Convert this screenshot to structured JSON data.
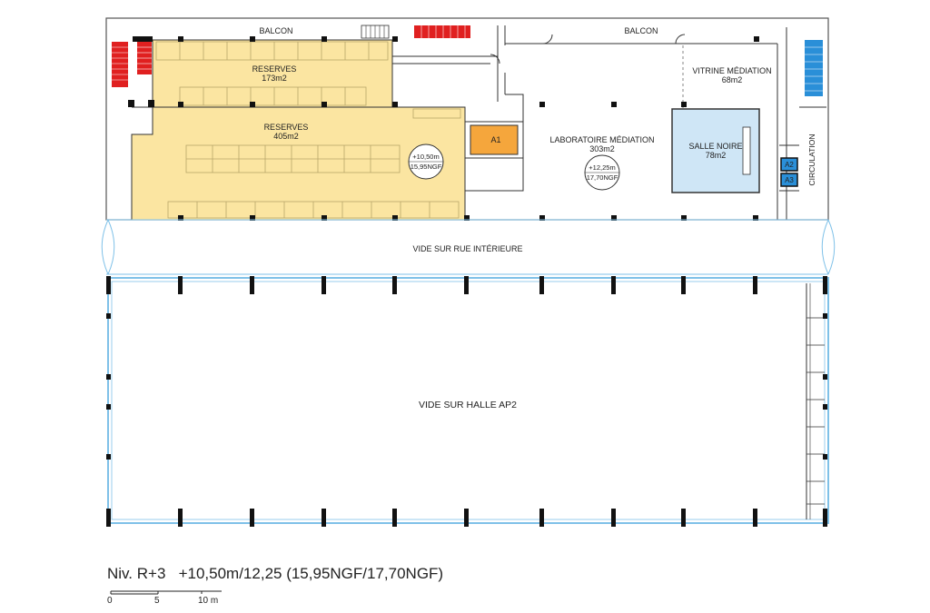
{
  "title": "Niv. R+3",
  "levels": "+10,50m/12,25 (15,95NGF/17,70NGF)",
  "scale": {
    "zero": "0",
    "mid": "5",
    "end": "10 m"
  },
  "colors": {
    "reserves": "#fbe5a1",
    "salle_noire": "#cfe6f6",
    "elevator_a1": "#f5a63c",
    "lift_blue": "#2a8fd8",
    "stair_red": "#e02020",
    "stair_blue": "#2a8fd8",
    "glazing": "#7fc1e8",
    "wall": "#111111"
  },
  "rooms": {
    "balcon_left": "BALCON",
    "balcon_right": "BALCON",
    "reserves_small_name": "RESERVES",
    "reserves_small_area": "173m2",
    "reserves_large_name": "RESERVES",
    "reserves_large_area": "405m2",
    "lab_name": "LABORATOIRE MÉDIATION",
    "lab_area": "303m2",
    "vitrine_name": "VITRINE MÉDIATION",
    "vitrine_area": "68m2",
    "salle_noire_name": "SALLE NOIRE",
    "salle_noire_area": "78m2",
    "circulation": "CIRCULATION",
    "vide_rue": "VIDE SUR RUE INTÉRIEURE",
    "vide_halle": "VIDE SUR HALLE AP2"
  },
  "elevators": {
    "a1": "A1",
    "a2": "A2",
    "a3": "A3"
  },
  "level_markers": {
    "reserves_1": "+10,50m",
    "reserves_2": "15,95NGF",
    "lab_1": "+12,25m",
    "lab_2": "17,70NGF"
  }
}
